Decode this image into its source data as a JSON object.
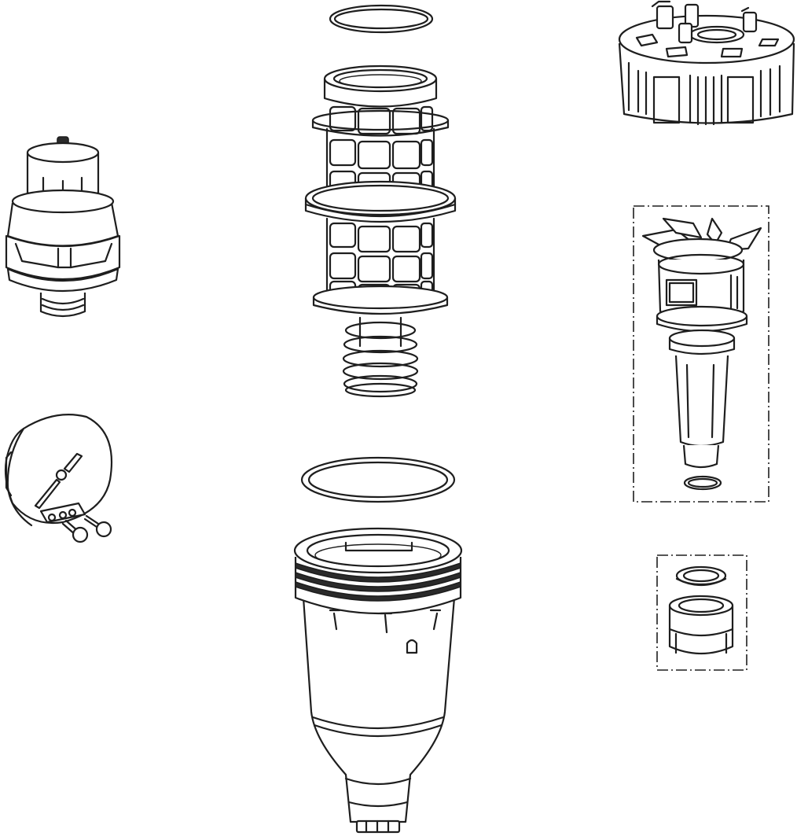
{
  "diagram": {
    "type": "exploded-view",
    "background": "#ffffff",
    "line_color": "#1e1e1e",
    "parts": [
      "top-o-ring",
      "filter-cartridge",
      "lower-o-ring",
      "filter-bowl",
      "air-vent-valve",
      "gauge-cover",
      "turbine-head",
      "turbine-rotor-assembly",
      "connector-assembly"
    ]
  }
}
